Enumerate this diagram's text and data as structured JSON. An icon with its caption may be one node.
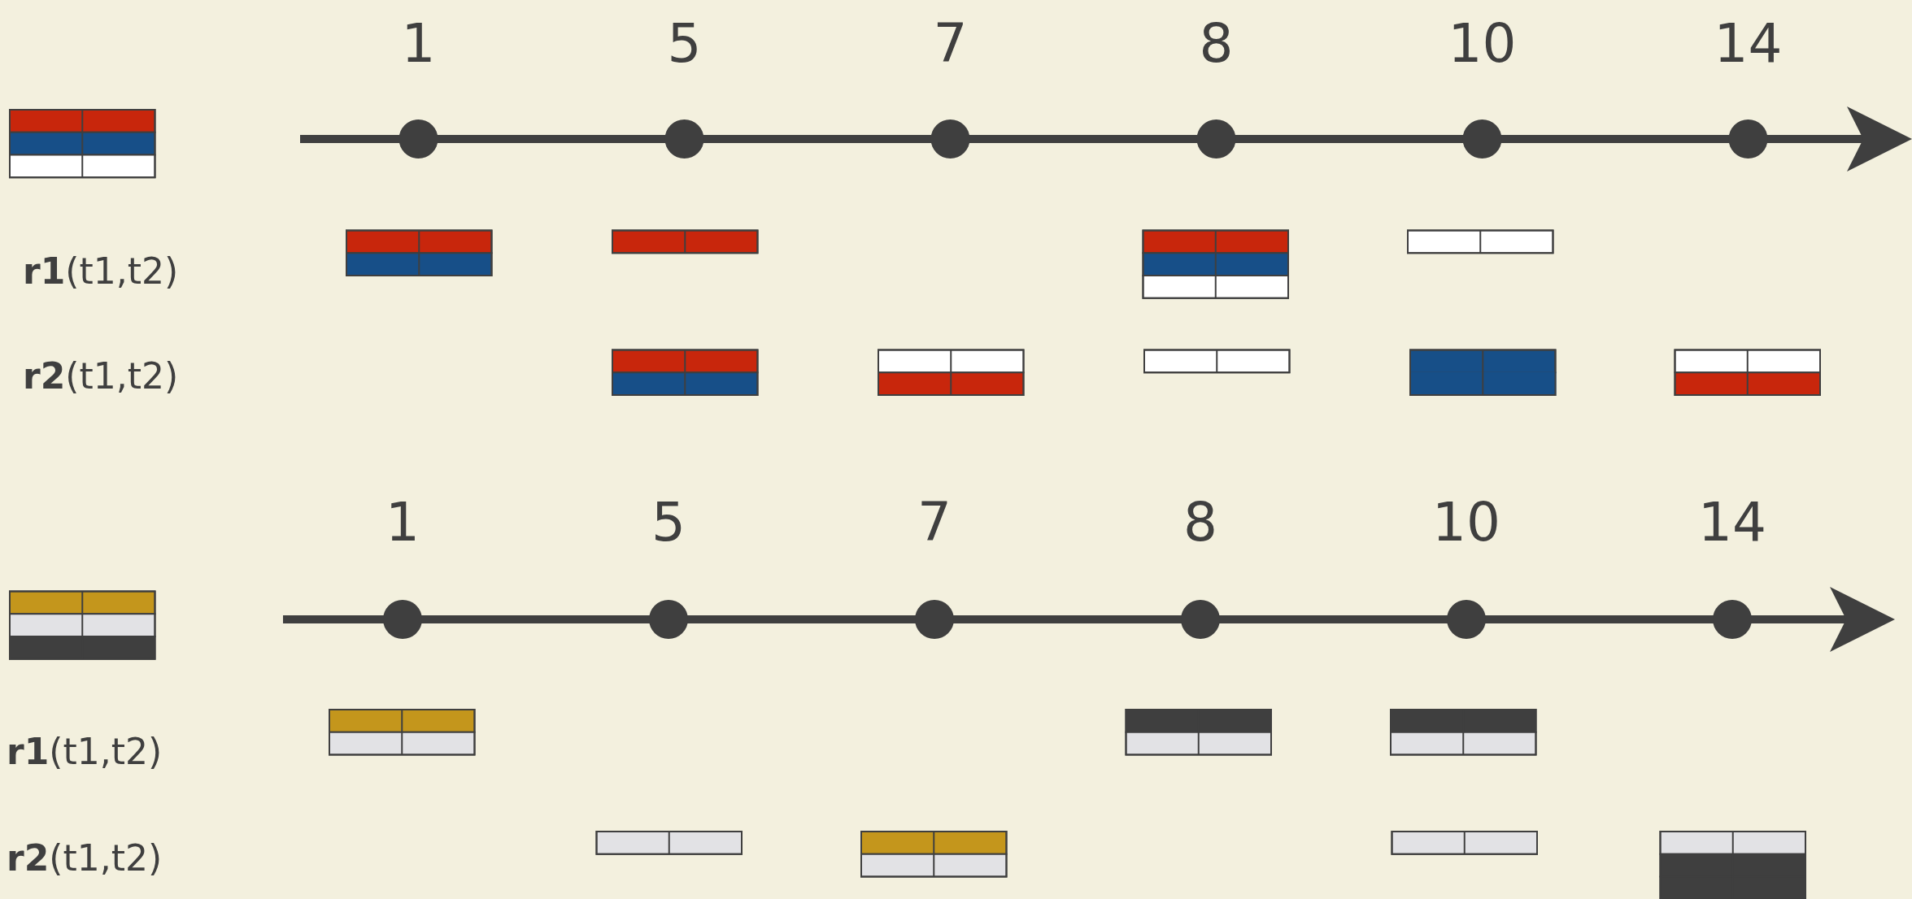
{
  "diagram": {
    "labels": [
      "1",
      "5",
      "7",
      "8",
      "10",
      "14",
      "**r1**(t1,t2)",
      "**r2**(t1,t2)",
      "1",
      "5",
      "7",
      "8",
      "10",
      "14",
      "**r1**(t1,t2)",
      "**r2**(t1,t2)"
    ]
  }
}
